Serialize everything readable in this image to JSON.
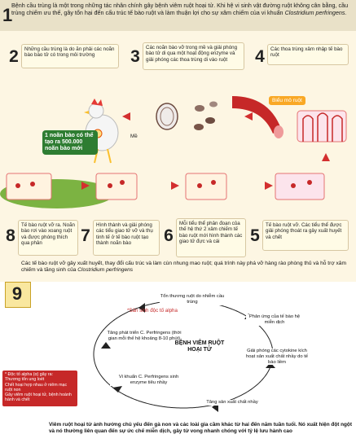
{
  "header": {
    "step_number": "1",
    "text_main": "Bệnh cầu trùng là một trong những tác nhân chính gây bệnh viêm ruột hoại tử. Khi hệ vi sinh vật đường ruột không cân bằng, cầu trùng chiếm ưu thế, gây tổn hại đến cấu trúc tế bào ruột và làm thuận lợi cho sự xâm chiếm của vi khuẩn",
    "text_italic": "Clostridium perfringens."
  },
  "steps_top": [
    {
      "num": "2",
      "text": "Những cầu trùng là do ăn phải các noãn bào bào tử có trong môi trường"
    },
    {
      "num": "3",
      "text": "Các noãn bào vỡ trong mề và giải phóng bào tử di qua một hoạt động enzyme và giải phóng các thoa trùng di vào ruột"
    },
    {
      "num": "4",
      "text": "Các thoa trùng xâm nhập tế bào ruột"
    }
  ],
  "chicken_label": "1 noãn bào có thể tạo ra 500.000 noãn bào mới",
  "me_label": "Mề",
  "bieu_mo_label": "Biểu mô ruột",
  "steps_bottom": [
    {
      "num": "8",
      "text": "Tế bào ruột vỡ ra. Noãn bào rơi vào xoang ruột và được phóng thích qua phân"
    },
    {
      "num": "7",
      "text": "Hình thành và giải phóng các tiểu giao tử vỡ và thụ tinh tế ở tế bào ruột tạo thành noãn bào"
    },
    {
      "num": "6",
      "text": "Mỗi tiểu thể phân đoạn của thế hệ thứ 2 xâm chiếm tế bào ruột mới hình thành các giao tử đực và cái"
    },
    {
      "num": "5",
      "text": "Tế bào ruột vỡ. Các tiểu thể được giải phóng thoát ra gây xuất huyết và chết"
    }
  ],
  "summary_line": {
    "text": "Các tế bào ruột vỡ gây xuất huyết, thay đổi cấu trúc và làm cùn nhung mao ruột; quá trình này phá vỡ hàng rào phòng thủ và hỗ trợ xâm chiếm và tăng sinh của",
    "italic": "Clostridium perfringens"
  },
  "section9": {
    "num": "9",
    "center": "BỆNH VIÊM RUỘT HOẠI TỬ",
    "nodes": [
      "Tổn thương ruột do nhiễm cầu trùng",
      "Phản ứng của tế bào hệ miễn dịch",
      "Giải phóng các cytokine kích hoạt sản xuất chất nhầy do tế bào liềm",
      "Tăng sản xuất chất nhầy",
      "Vi khuẩn C. Perfringens sinh enzyme tiêu nhầy",
      "Tăng phát triển C. Perfringens (thời gian mỗi thế hệ khoảng 8-10 phút)"
    ],
    "toxin_note": "*Sản sinh độc tố alpha",
    "toxin_box": [
      "* Độc tố alpha (α) gây ra:",
      "Thương tổn ung loét",
      "Chết hoại hợp nhau ở niêm mạc ruột non",
      "Gây viêm ruột hoại tử, bệnh hoành hành và chết"
    ]
  },
  "bottom_note": "Viêm ruột hoại tử ảnh hưởng chủ yếu đến gà non và các loài gia cầm khác từ hai đến năm tuần tuổi. Nó xuất hiện đột ngột và nó thường liên quan đến sự ức chế miễn dịch, gây tử vong nhanh chóng với tỷ lệ lưu hành cao"
}
